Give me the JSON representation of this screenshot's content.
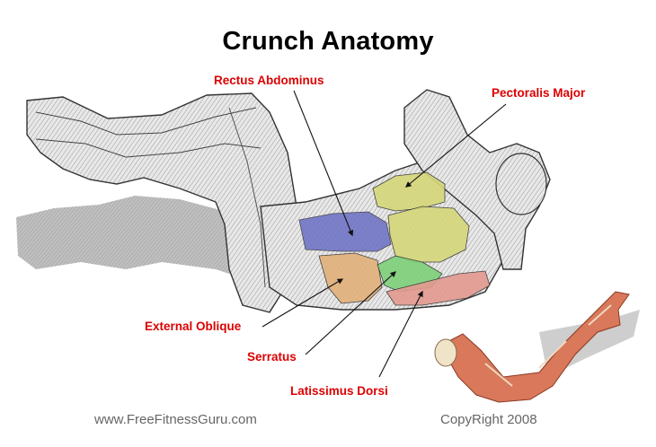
{
  "title": "Crunch Anatomy",
  "labels": {
    "rectus_abdominus": "Rectus Abdominus",
    "pectoralis_major": "Pectoralis Major",
    "external_oblique": "External Oblique",
    "serratus": "Serratus",
    "latissimus_dorsi": "Latissimus Dorsi"
  },
  "footer": {
    "website": "www.FreeFitnessGuru.com",
    "copyright": "CopyRight 2008"
  },
  "colors": {
    "label_red": "#dd0000",
    "rectus_blue": "#6a6fc4",
    "pectoral_yellow": "#d6d77a",
    "oblique_orange": "#e2b07a",
    "serratus_green": "#7ed07a",
    "lats_red": "#e39a90",
    "footer_gray": "#666666"
  },
  "muscle_regions": [
    "Rectus Abdominus",
    "Pectoralis Major",
    "External Oblique",
    "Serratus",
    "Latissimus Dorsi"
  ]
}
